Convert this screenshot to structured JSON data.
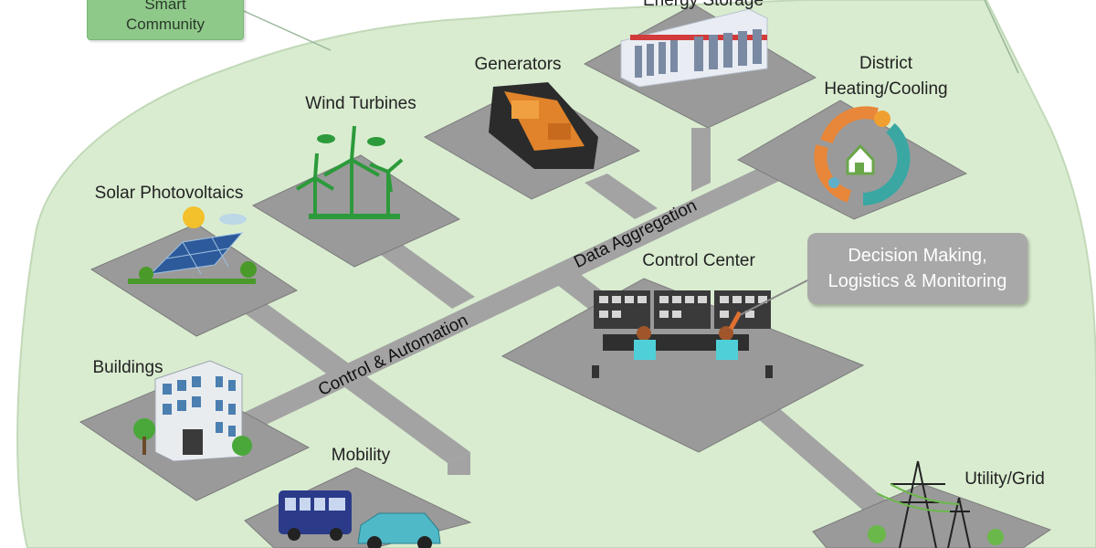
{
  "callouts": {
    "smart_community": [
      "Smart",
      "Community"
    ],
    "decision": [
      "Decision Making,",
      "Logistics & Monitoring"
    ]
  },
  "nodes": {
    "energy_storage": "Energy Storage",
    "generators": "Generators",
    "wind_turbines": "Wind Turbines",
    "district": [
      "District",
      "Heating/Cooling"
    ],
    "solar": "Solar Photovoltaics",
    "control_center": "Control Center",
    "buildings": "Buildings",
    "mobility": "Mobility",
    "utility": "Utility/Grid"
  },
  "roads": {
    "data_aggregation": "Data Aggregation",
    "control_automation": "Control & Automation"
  },
  "colors": {
    "community_area": "#d9ecd0",
    "road": "#a3a3a3",
    "platform": "#9a9a9a",
    "callout_green": "#8fc98a",
    "callout_gray": "#a8a8a8"
  }
}
